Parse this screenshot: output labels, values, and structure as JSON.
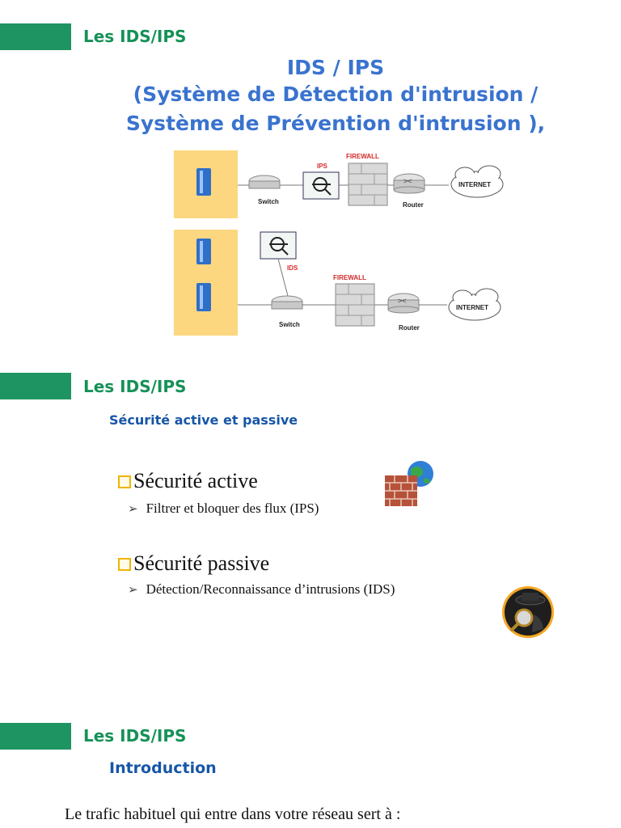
{
  "sections": [
    {
      "header": "Les IDS/IPS"
    },
    {
      "header": "Les IDS/IPS"
    },
    {
      "header": "Les IDS/IPS"
    }
  ],
  "title": {
    "line1": "IDS / IPS",
    "line2": "(Système de Détection d'intrusion /",
    "line3": "Système de Prévention d'intrusion ),"
  },
  "diagram": {
    "top": {
      "switch": "Switch",
      "ips": "IPS",
      "firewall": "FIREWALL",
      "router": "Router",
      "internet": "INTERNET"
    },
    "bottom": {
      "switch": "Switch",
      "ids": "IDS",
      "firewall": "FIREWALL",
      "router": "Router",
      "internet": "INTERNET"
    }
  },
  "security": {
    "subtitle": "Sécurité active et passive",
    "active_title": "Sécurité active",
    "active_item": "Filtrer et bloquer des flux (IPS)",
    "passive_title": "Sécurité passive",
    "passive_item": "Détection/Reconnaissance d’intrusions (IDS)"
  },
  "intro": {
    "subtitle": "Introduction",
    "text": "Le trafic habituel qui entre dans votre réseau sert à :"
  },
  "colors": {
    "accent_green": "#1e9463",
    "title_blue": "#3a73cf",
    "subtitle_blue": "#1756a8"
  }
}
